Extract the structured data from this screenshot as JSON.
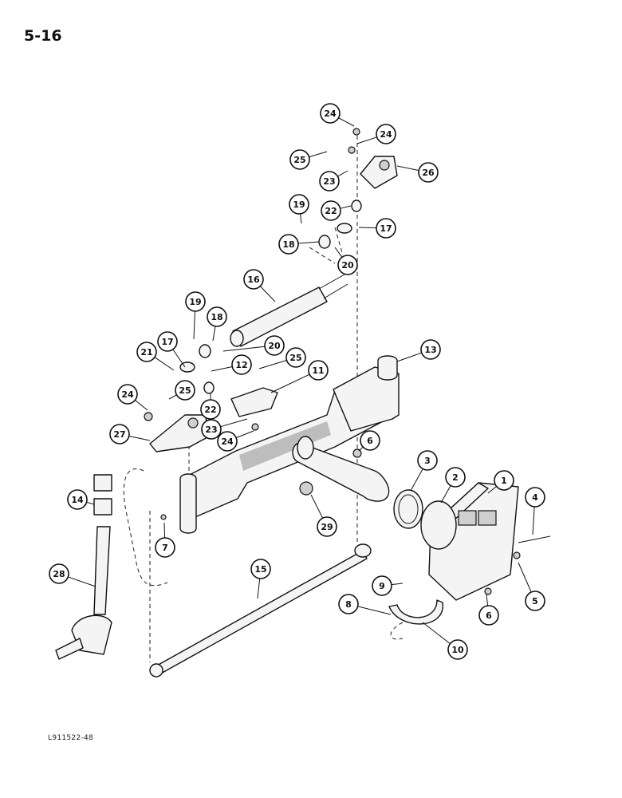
{
  "page": {
    "number": "5-16",
    "figure_code": "L911522-48"
  },
  "callouts": [
    {
      "n": "1"
    },
    {
      "n": "2"
    },
    {
      "n": "3"
    },
    {
      "n": "4"
    },
    {
      "n": "5"
    },
    {
      "n": "6"
    },
    {
      "n": "6"
    },
    {
      "n": "7"
    },
    {
      "n": "8"
    },
    {
      "n": "9"
    },
    {
      "n": "10"
    },
    {
      "n": "11"
    },
    {
      "n": "12"
    },
    {
      "n": "13"
    },
    {
      "n": "14"
    },
    {
      "n": "15"
    },
    {
      "n": "16"
    },
    {
      "n": "17"
    },
    {
      "n": "17"
    },
    {
      "n": "18"
    },
    {
      "n": "18"
    },
    {
      "n": "19"
    },
    {
      "n": "19"
    },
    {
      "n": "20"
    },
    {
      "n": "20"
    },
    {
      "n": "21"
    },
    {
      "n": "22"
    },
    {
      "n": "22"
    },
    {
      "n": "23"
    },
    {
      "n": "23"
    },
    {
      "n": "24"
    },
    {
      "n": "24"
    },
    {
      "n": "24"
    },
    {
      "n": "24"
    },
    {
      "n": "25"
    },
    {
      "n": "25"
    },
    {
      "n": "25"
    },
    {
      "n": "26"
    },
    {
      "n": "27"
    },
    {
      "n": "28"
    },
    {
      "n": "29"
    }
  ]
}
